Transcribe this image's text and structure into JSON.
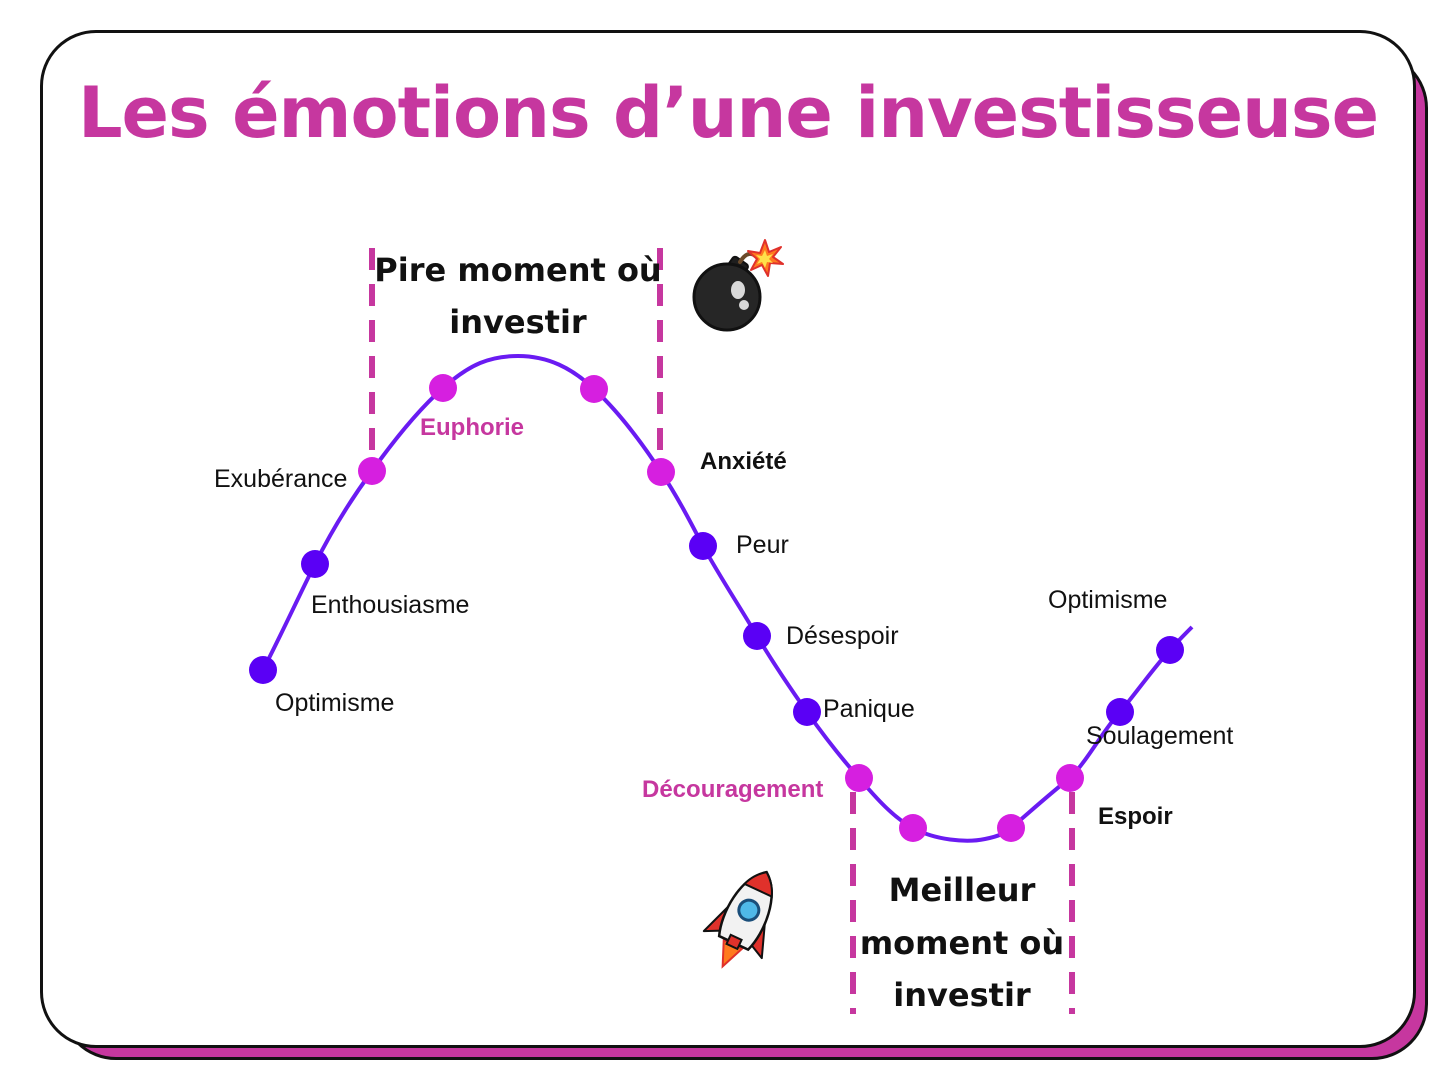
{
  "title": "Les émotions d’une investisseuse",
  "colors": {
    "accent": "#c6379f",
    "curve": "#6a1bf2",
    "point_primary": "#5a00f5",
    "point_highlight": "#d61fe0",
    "text": "#111111"
  },
  "zones": {
    "worst": {
      "line1": "Pire moment où",
      "line2": "investir"
    },
    "best": {
      "line1": "Meilleur",
      "line2": "moment où",
      "line3": "investir"
    }
  },
  "stages": [
    {
      "label": "Optimisme",
      "kind": "normal"
    },
    {
      "label": "Enthousiasme",
      "kind": "normal"
    },
    {
      "label": "Exubérance",
      "kind": "normal"
    },
    {
      "label": "Euphorie",
      "kind": "highlight"
    },
    {
      "label": "Anxiété",
      "kind": "bold"
    },
    {
      "label": "Peur",
      "kind": "normal"
    },
    {
      "label": "Désespoir",
      "kind": "normal"
    },
    {
      "label": "Panique",
      "kind": "normal"
    },
    {
      "label": "Découragement",
      "kind": "highlight"
    },
    {
      "label": "Espoir",
      "kind": "bold"
    },
    {
      "label": "Soulagement",
      "kind": "normal"
    },
    {
      "label": "Optimisme",
      "kind": "normal"
    }
  ],
  "icons": [
    "bomb-icon",
    "rocket-icon"
  ]
}
